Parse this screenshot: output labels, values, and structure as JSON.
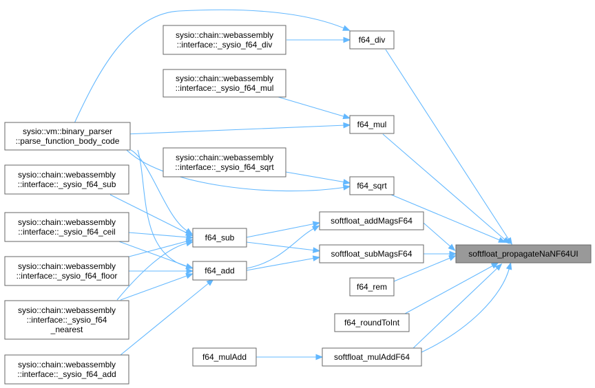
{
  "graph": {
    "nodes": [
      {
        "id": "binary_parser",
        "lines": [
          "sysio::vm::binary_parser",
          "::parse_function_body_code"
        ]
      },
      {
        "id": "w_div",
        "lines": [
          "sysio::chain::webassembly",
          "::interface::_sysio_f64_div"
        ]
      },
      {
        "id": "w_mul",
        "lines": [
          "sysio::chain::webassembly",
          "::interface::_sysio_f64_mul"
        ]
      },
      {
        "id": "w_sqrt",
        "lines": [
          "sysio::chain::webassembly",
          "::interface::_sysio_f64_sqrt"
        ]
      },
      {
        "id": "w_sub",
        "lines": [
          "sysio::chain::webassembly",
          "::interface::_sysio_f64_sub"
        ]
      },
      {
        "id": "w_ceil",
        "lines": [
          "sysio::chain::webassembly",
          "::interface::_sysio_f64_ceil"
        ]
      },
      {
        "id": "w_floor",
        "lines": [
          "sysio::chain::webassembly",
          "::interface::_sysio_f64_floor"
        ]
      },
      {
        "id": "w_nearest",
        "lines": [
          "sysio::chain::webassembly",
          "::interface::_sysio_f64",
          "_nearest"
        ]
      },
      {
        "id": "w_add",
        "lines": [
          "sysio::chain::webassembly",
          "::interface::_sysio_f64_add"
        ]
      },
      {
        "id": "f64_sub",
        "lines": [
          "f64_sub"
        ]
      },
      {
        "id": "f64_add",
        "lines": [
          "f64_add"
        ]
      },
      {
        "id": "f64_mulAdd",
        "lines": [
          "f64_mulAdd"
        ]
      },
      {
        "id": "f64_div",
        "lines": [
          "f64_div"
        ]
      },
      {
        "id": "f64_mul",
        "lines": [
          "f64_mul"
        ]
      },
      {
        "id": "f64_sqrt",
        "lines": [
          "f64_sqrt"
        ]
      },
      {
        "id": "addMags",
        "lines": [
          "softfloat_addMagsF64"
        ]
      },
      {
        "id": "subMags",
        "lines": [
          "softfloat_subMagsF64"
        ]
      },
      {
        "id": "f64_rem",
        "lines": [
          "f64_rem"
        ]
      },
      {
        "id": "roundToInt",
        "lines": [
          "f64_roundToInt"
        ]
      },
      {
        "id": "mulAddF64",
        "lines": [
          "softfloat_mulAddF64"
        ]
      },
      {
        "id": "propagate",
        "lines": [
          "softfloat_propagateNaNF64UI"
        ],
        "focus": true
      }
    ]
  }
}
